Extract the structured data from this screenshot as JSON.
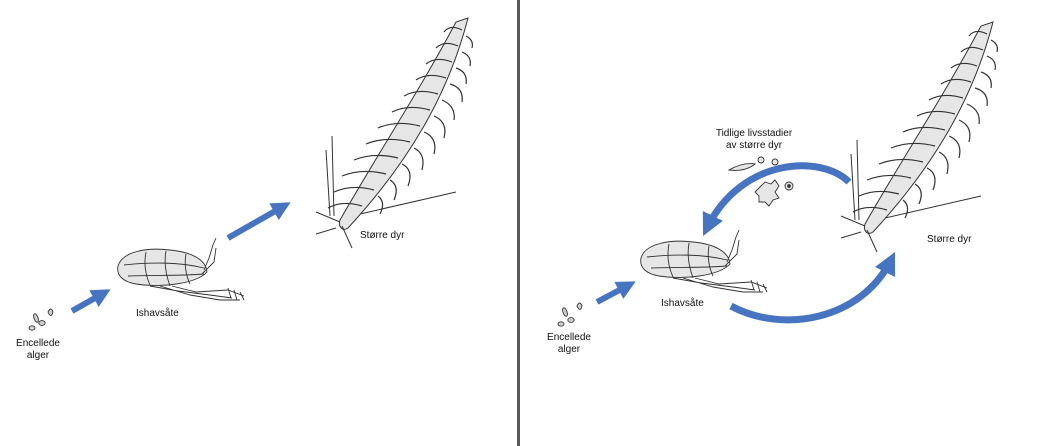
{
  "colors": {
    "arrow": "#4674c1",
    "arrow_dark": "#2f5597",
    "ink": "#333333",
    "fill": "#e6e6e6",
    "divider": "#5a5a5a"
  },
  "left_panel": {
    "algae_label": [
      "Encellede",
      "alger"
    ],
    "copepod_label": "Ishavsåte",
    "predator_label": "Større dyr"
  },
  "right_panel": {
    "algae_label": [
      "Encellede",
      "alger"
    ],
    "copepod_label": "Ishavsåte",
    "predator_label": "Større dyr",
    "larvae_label": [
      "Tidlige livsstadier",
      "av større dyr"
    ]
  }
}
